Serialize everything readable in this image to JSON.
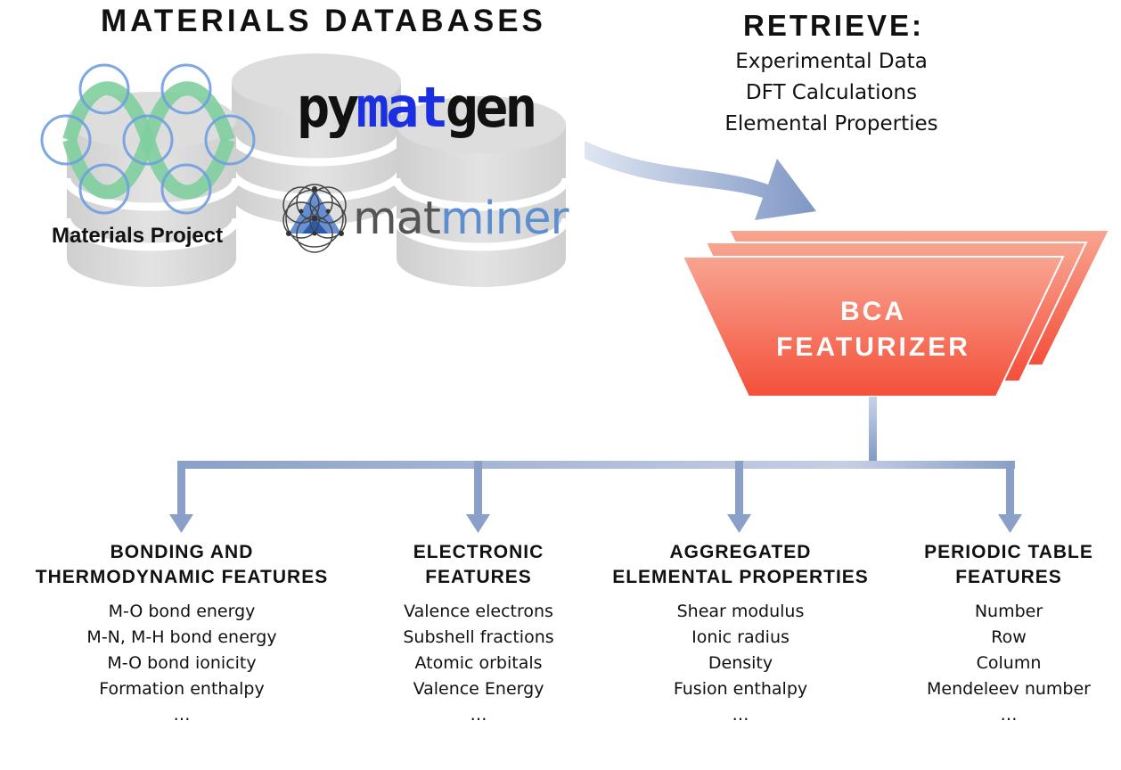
{
  "header": {
    "title": "MATERIALS DATABASES"
  },
  "logos": {
    "materials_project": "Materials Project",
    "pymatgen": {
      "part1": "py",
      "part2": "mat",
      "part3": "gen"
    },
    "matminer": {
      "part1": "mat",
      "part2": "miner"
    }
  },
  "retrieve": {
    "title": "RETRIEVE:",
    "items": [
      "Experimental Data",
      "DFT Calculations",
      "Elemental Properties"
    ]
  },
  "featurizer": {
    "line1": "BCA",
    "line2": "FEATURIZER"
  },
  "categories": [
    {
      "title1": "BONDING AND",
      "title2": "THERMODYNAMIC  FEATURES",
      "items": [
        "M-O bond energy",
        "M-N, M-H bond energy",
        "M-O bond ionicity",
        "Formation enthalpy",
        "…"
      ]
    },
    {
      "title1": "ELECTRONIC",
      "title2": "FEATURES",
      "items": [
        "Valence electrons",
        "Subshell fractions",
        "Atomic orbitals",
        "Valence Energy",
        "…"
      ]
    },
    {
      "title1": "AGGREGATED",
      "title2": "ELEMENTAL PROPERTIES",
      "items": [
        "Shear modulus",
        "Ionic radius",
        "Density",
        "Fusion enthalpy",
        "…"
      ]
    },
    {
      "title1": "PERIODIC  TABLE",
      "title2": "FEATURES",
      "items": [
        "Number",
        "Row",
        "Column",
        "Mendeleev number",
        "…"
      ]
    }
  ],
  "colors": {
    "cylinder": "#d9d9d9",
    "featurizer_top": "#f8a591",
    "featurizer_bottom": "#f44f3a",
    "arrow_blue": "#7f97c4",
    "mp_blue": "#6f9ee0",
    "mp_green": "#7fcf9e",
    "pymatgen_blue": "#1a2fe0",
    "matminer_blue": "#5d8fd0"
  }
}
